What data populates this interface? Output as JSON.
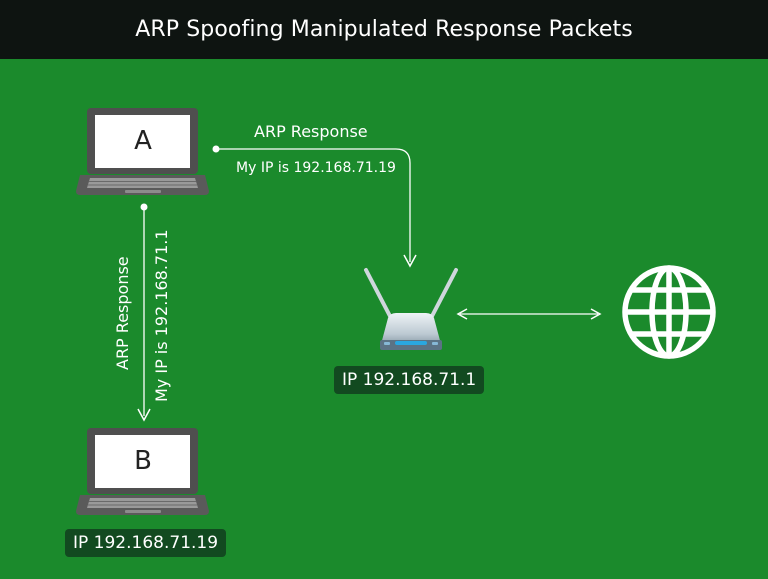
{
  "title": "ARP Spoofing Manipulated Response Packets",
  "computer_a": {
    "letter": "A"
  },
  "computer_b": {
    "letter": "B",
    "ip": "IP 192.168.71.19"
  },
  "router": {
    "ip": "IP 192.168.71.1"
  },
  "arrow_a_to_router": {
    "label": "ARP Response",
    "message": "My IP is 192.168.71.19"
  },
  "arrow_a_to_b": {
    "label": "ARP Response",
    "message": "My IP is 192.168.71.1"
  },
  "icons": [
    "laptop-icon",
    "router-icon",
    "globe-icon"
  ],
  "colors": {
    "background": "#1b8a2c",
    "title_bar": "#0e1411",
    "badge": "#124a20"
  }
}
